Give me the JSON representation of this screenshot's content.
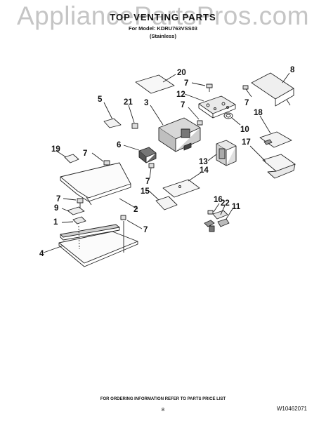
{
  "watermark": "AppliancePartsPros.com",
  "title": "TOP VENTING PARTS",
  "model_line": "For Model: KDRU763VSS03",
  "finish": "(Stainless)",
  "footer_note": "FOR ORDERING INFORMATION REFER TO PARTS PRICE LIST",
  "page_number": "8",
  "doc_number": "W10462071",
  "callouts": [
    "20",
    "7",
    "8",
    "12",
    "5",
    "21",
    "3",
    "7",
    "18",
    "10",
    "7",
    "19",
    "6",
    "13",
    "17",
    "14",
    "7",
    "15",
    "16",
    "22",
    "11",
    "7",
    "2",
    "9",
    "1",
    "7",
    "4"
  ]
}
